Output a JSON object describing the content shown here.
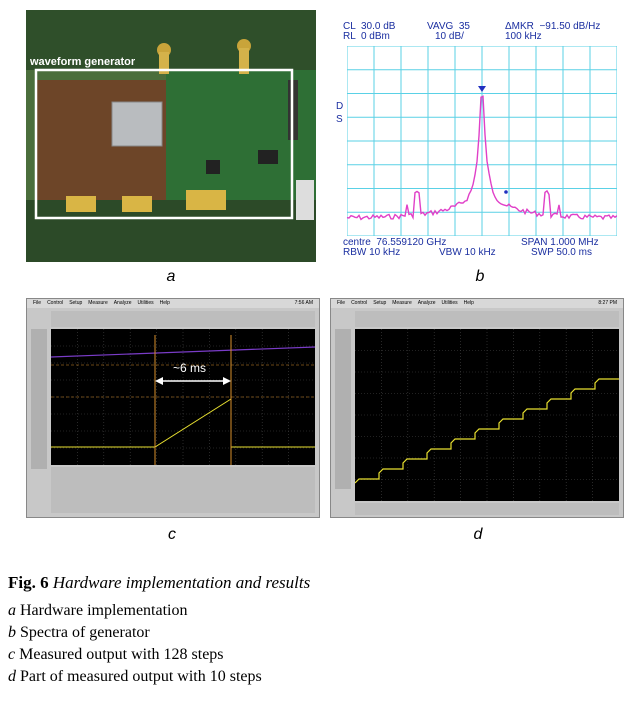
{
  "panel_a": {
    "label": "waveform generator",
    "sublabel": "a"
  },
  "panel_b": {
    "sublabel": "b",
    "header_left_1": "CL  30.0 dB",
    "header_left_2": "RL  0 dBm",
    "header_mid_1": "VAVG  35",
    "header_mid_2": "10 dB/",
    "header_right_1": "ΔMKR  −91.50 dB/Hz",
    "header_right_2": "100 kHz",
    "side_d": "D",
    "side_s": "S",
    "footer_left_1": "centre  76.559120 GHz",
    "footer_left_2": "RBW 10 kHz",
    "footer_mid": "VBW 10 kHz",
    "footer_right_1": "SPAN 1.000 MHz",
    "footer_right_2": "SWP 50.0 ms"
  },
  "panel_c": {
    "sublabel": "c",
    "annotation": "~6 ms",
    "time_readout": "7:56 AM"
  },
  "panel_d": {
    "sublabel": "d",
    "time_readout": "8:27 PM"
  },
  "caption": {
    "title_bold": "Fig. 6",
    "title_italic": "Hardware implementation and results",
    "items": [
      {
        "letter": "a",
        "text": "Hardware implementation"
      },
      {
        "letter": "b",
        "text": "Spectra of generator"
      },
      {
        "letter": "c",
        "text": "Measured output with 128 steps"
      },
      {
        "letter": "d",
        "text": "Part of measured output with 10 steps"
      }
    ]
  },
  "colors": {
    "grid_cyan": "#5ad1e6",
    "trace_magenta": "#e040c8",
    "marker_blue": "#2030c0",
    "scope_yellow": "#e8e030",
    "scope_purple": "#7a3cc8",
    "scope_orange": "#d8902c"
  }
}
